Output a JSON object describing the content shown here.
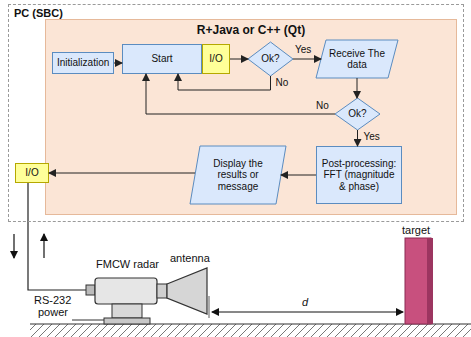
{
  "diagram": {
    "nodes": [
      {
        "text": [
          "PC (SBC)"
        ]
      },
      {
        "text": [
          "R+Java or C++ (Qt)"
        ],
        "in": 0
      },
      {
        "text": [
          "Initialization"
        ],
        "in": 1
      },
      {
        "text": [
          "Start"
        ],
        "in": 1
      },
      {
        "text": [
          "I/O"
        ],
        "in": 1
      },
      {
        "text": [
          "Ok?"
        ],
        "in": 1
      },
      {
        "text": [
          "Receive The data"
        ],
        "in": 1
      },
      {
        "text": [
          "Ok?"
        ],
        "in": 1
      },
      {
        "text": [
          "Post-processing: FFT (magnitude & phase)"
        ],
        "in": 1
      },
      {
        "text": [
          "Display the results or message"
        ],
        "in": 1
      },
      {
        "text": [
          "I/O"
        ],
        "in": 0
      }
    ],
    "edges": [
      {
        "from": 2,
        "to": 3,
        "arrow": "to"
      },
      {
        "from": 4,
        "to": 5,
        "arrow": "to"
      },
      {
        "from": 5,
        "to": 6,
        "label": "Yes",
        "arrow": "to"
      },
      {
        "from": 5,
        "to": 3,
        "label": "No",
        "arrow": "to"
      },
      {
        "from": 6,
        "to": 7,
        "arrow": "to"
      },
      {
        "from": 7,
        "to": 3,
        "label": "No",
        "arrow": "to"
      },
      {
        "from": 7,
        "to": 8,
        "label": "Yes",
        "arrow": "to"
      },
      {
        "from": 8,
        "to": 9,
        "arrow": "to"
      },
      {
        "from": 9,
        "to": 10,
        "arrow": "to"
      }
    ],
    "labels": [
      "FMCW radar",
      "RS-232",
      "antenna",
      "target",
      "d",
      "power"
    ]
  }
}
